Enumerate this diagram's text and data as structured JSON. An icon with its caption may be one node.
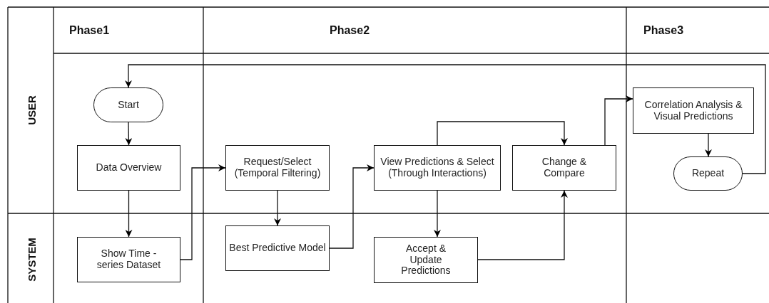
{
  "diagram": {
    "nodes": [
      {
        "text": [
          "Phase1"
        ]
      },
      {
        "text": [
          "Phase2"
        ]
      },
      {
        "text": [
          "Phase3"
        ]
      },
      {
        "text": [
          "USER"
        ]
      },
      {
        "text": [
          "SYSTEM"
        ]
      },
      {
        "text": [
          "Start"
        ]
      },
      {
        "text": [
          "Data Overview"
        ]
      },
      {
        "text": [
          "Show Time - series Dataset"
        ]
      },
      {
        "text": [
          "Request/Select (Temporal Filtering)"
        ]
      },
      {
        "text": [
          "Best Predictive Model"
        ]
      },
      {
        "text": [
          "View Predictions & Select (Through Interactions)"
        ]
      },
      {
        "text": [
          "Accept & Update Predictions"
        ]
      },
      {
        "text": [
          "Change & Compare"
        ]
      },
      {
        "text": [
          "Correlation Analysis & Visual Predictions"
        ]
      },
      {
        "text": [
          "Repeat"
        ]
      }
    ],
    "edges": [
      {
        "from": 5,
        "to": 6,
        "arrow": "to"
      },
      {
        "from": 6,
        "to": 7,
        "arrow": "to"
      },
      {
        "from": 7,
        "to": 8,
        "arrow": "to"
      },
      {
        "from": 8,
        "to": 9,
        "arrow": "to"
      },
      {
        "from": 9,
        "to": 10,
        "arrow": "to"
      },
      {
        "from": 10,
        "to": 11,
        "arrow": "to"
      },
      {
        "from": 10,
        "to": 12,
        "arrow": "to"
      },
      {
        "from": 11,
        "to": 12,
        "arrow": "to"
      },
      {
        "from": 12,
        "to": 13,
        "arrow": "to"
      },
      {
        "from": 13,
        "to": 14,
        "arrow": "to"
      },
      {
        "from": 14,
        "to": 5,
        "arrow": "to"
      }
    ]
  }
}
